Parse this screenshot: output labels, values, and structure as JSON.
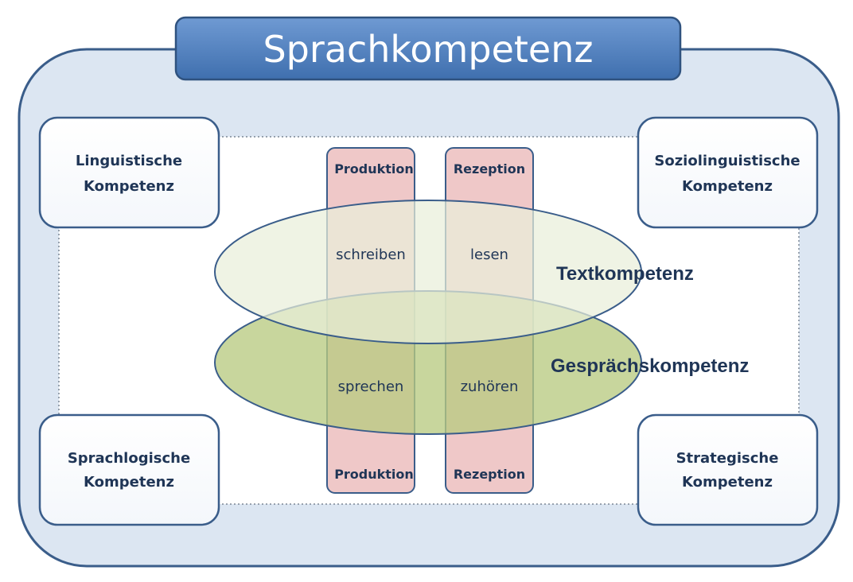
{
  "title": "Sprachkompetenz",
  "corners": {
    "top_left": [
      "Linguistische",
      "Kompetenz"
    ],
    "top_right": [
      "Soziolinguistische",
      "Kompetenz"
    ],
    "bottom_left": [
      "Sprachlogische",
      "Kompetenz"
    ],
    "bottom_right": [
      "Strategische",
      "Kompetenz"
    ]
  },
  "columns": {
    "left_top": "Produktion",
    "right_top": "Rezeption",
    "left_bottom": "Produktion",
    "right_bottom": "Rezeption"
  },
  "activities": {
    "write": "schreiben",
    "read": "lesen",
    "speak": "sprechen",
    "listen": "zuhören"
  },
  "ellipses": {
    "text": "Textkompetenz",
    "conversation": "Gesprächskompetenz"
  },
  "colors": {
    "outer_fill": "#dce6f2",
    "outer_stroke": "#3a5d8a",
    "title_fill": "#4f7fbf",
    "column_fill": "#efc8c8",
    "ellipse_text_fill": "#e6edd6",
    "ellipse_conv_fill": "#c7d59a",
    "text_color": "#1f3556"
  }
}
